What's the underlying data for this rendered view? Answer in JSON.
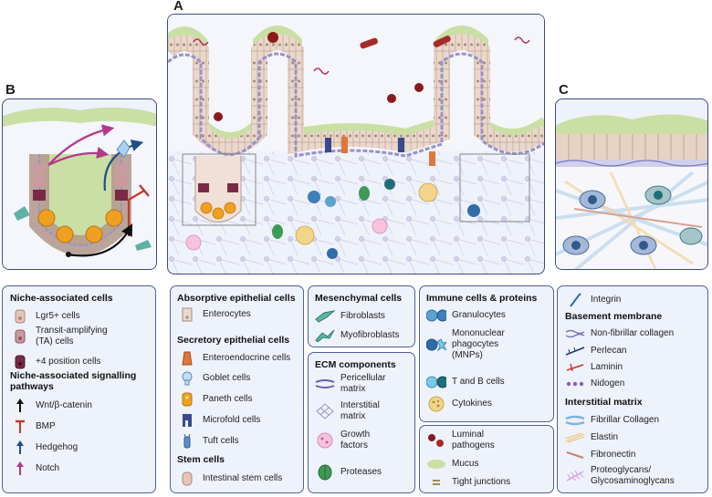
{
  "panel_labels": {
    "a": "A",
    "b": "B",
    "c": "C"
  },
  "legend_niche": {
    "heading_cells": "Niche-associated cells",
    "cells": [
      "Lgr5+ cells",
      "Transit-amplifying\n(TA) cells",
      "+4 position cells"
    ],
    "heading_pathways": "Niche-associated signalling\npathways",
    "pathways": [
      "Wnt/β-catenin",
      "BMP",
      "Hedgehog",
      "Notch"
    ]
  },
  "legend_epithelial": {
    "heading_absorptive": "Absorptive epithelial cells",
    "absorptive": [
      "Enterocytes"
    ],
    "heading_secretory": "Secretory epithelial cells",
    "secretory": [
      "Enteroendocrine cells",
      "Goblet cells",
      "Paneth cells",
      "Microfold cells",
      "Tuft cells"
    ],
    "heading_stem": "Stem cells",
    "stem": [
      "Intestinal stem cells"
    ]
  },
  "legend_mesenchymal": {
    "heading": "Mesenchymal cells",
    "items": [
      "Fibroblasts",
      "Myofibroblasts"
    ]
  },
  "legend_ecm": {
    "heading": "ECM components",
    "items": [
      "Pericellular\nmatrix",
      "Interstitial\nmatrix",
      "Growth\nfactors",
      "Proteases"
    ]
  },
  "legend_immune": {
    "heading": "Immune cells & proteins",
    "items": [
      "Granulocytes",
      "Mononuclear\nphagocytes\n(MNPs)",
      "T and B cells",
      "Cytokines"
    ]
  },
  "legend_luminal": {
    "items": [
      "Luminal\npathogens",
      "Mucus",
      "Tight junctions"
    ]
  },
  "legend_membrane": {
    "integrin": "Integrin",
    "heading_basement": "Basement membrane",
    "basement": [
      "Non-fibrillar collagen",
      "Perlecan",
      "Laminin",
      "Nidogen"
    ],
    "heading_interstitial": "Interstitial matrix",
    "interstitial": [
      "Fibrillar Collagen",
      "Elastin",
      "Fibronectin",
      "Proteoglycans/\nGlycosaminoglycans"
    ]
  },
  "colors": {
    "frame": "#3b4a8e",
    "mucus": "#c9dfa4",
    "epithelium": "#e7d3c4",
    "lgr5": "#e9c3b5",
    "ta_cell": "#c99a9e",
    "plus4": "#7a2a47",
    "wnt": "#111111",
    "bmp": "#c0392b",
    "hedgehog": "#1f4e89",
    "notch": "#b3388c",
    "paneth": "#f0a020",
    "enteroendocrine": "#e0773a",
    "fibroblast": "#5fb3a5"
  }
}
